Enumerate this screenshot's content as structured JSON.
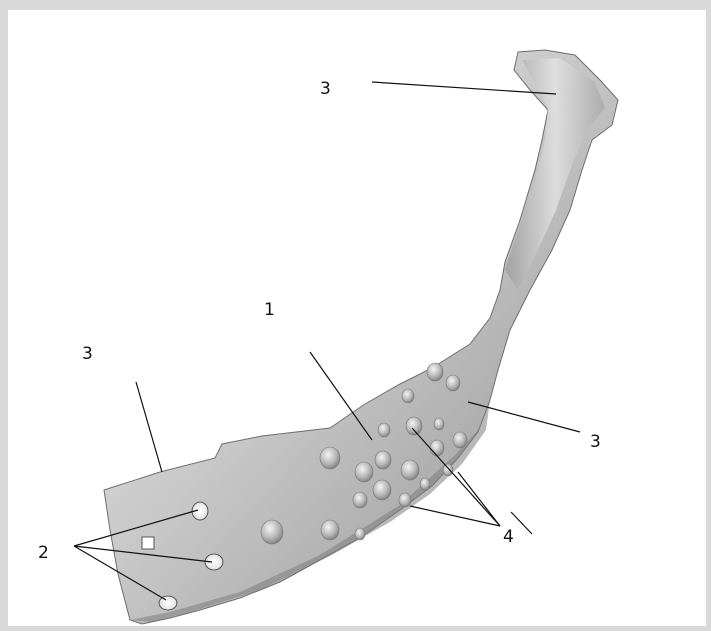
{
  "diagram": {
    "labels": [
      {
        "id": "label-3-top",
        "text": "3"
      },
      {
        "id": "label-1",
        "text": "1"
      },
      {
        "id": "label-3-left",
        "text": "3"
      },
      {
        "id": "label-3-right",
        "text": "3"
      },
      {
        "id": "label-2",
        "text": "2"
      },
      {
        "id": "label-4",
        "text": "4"
      }
    ]
  }
}
